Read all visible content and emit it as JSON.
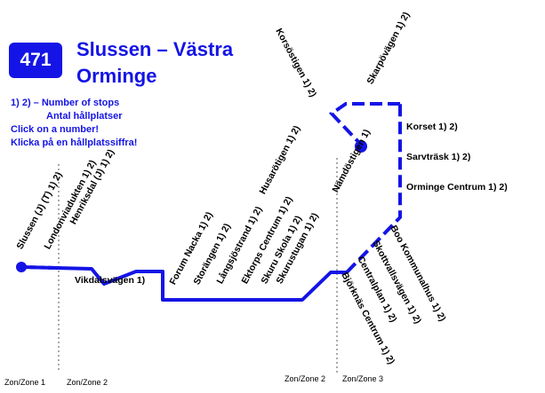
{
  "route": {
    "number": "471",
    "title_line1": "Slussen – Västra",
    "title_line2": "Orminge"
  },
  "info": {
    "line1": "1) 2) – Number of stops",
    "line2": "Antal hållplatser",
    "line3": "Click on a number!",
    "line4": "Klicka på en hållplatssiffra!"
  },
  "stops": [
    "Slussen (J) (T)  1)  2)",
    "Londonviadukten 1) 2)",
    "Henriksdal (J) 1) 2)",
    "Vikdalsvägen 1)",
    "Forum Nacka 1) 2)",
    "Storängen 1) 2)",
    "Långsjöstrand 1) 2)",
    "Ektorps Centrum 1) 2)",
    "Skuru Skola 1) 2)",
    "Skurustugan 1) 2)",
    "Husarötigen 1) 2)",
    "Korsöstigen 1) 2)",
    "Skarpövägen 1) 2)",
    "Nämdöstigen 1)",
    "Korset 1) 2)",
    "Sarvträsk 1) 2)",
    "Orminge Centrum 1) 2)",
    "Boo Kommunalhus 1) 2)",
    "Skottvallsvägen 1) 2)",
    "Centralplan 1) 2)",
    "Björknäs Centrum 1) 2)"
  ],
  "zones": {
    "z1": "Zon/Zone 1",
    "z2a": "Zon/Zone 2",
    "z2b": "Zon/Zone 2",
    "z3": "Zon/Zone 3"
  },
  "colors": {
    "route": "#1414e6",
    "text": "#000000",
    "divider": "#555555"
  }
}
